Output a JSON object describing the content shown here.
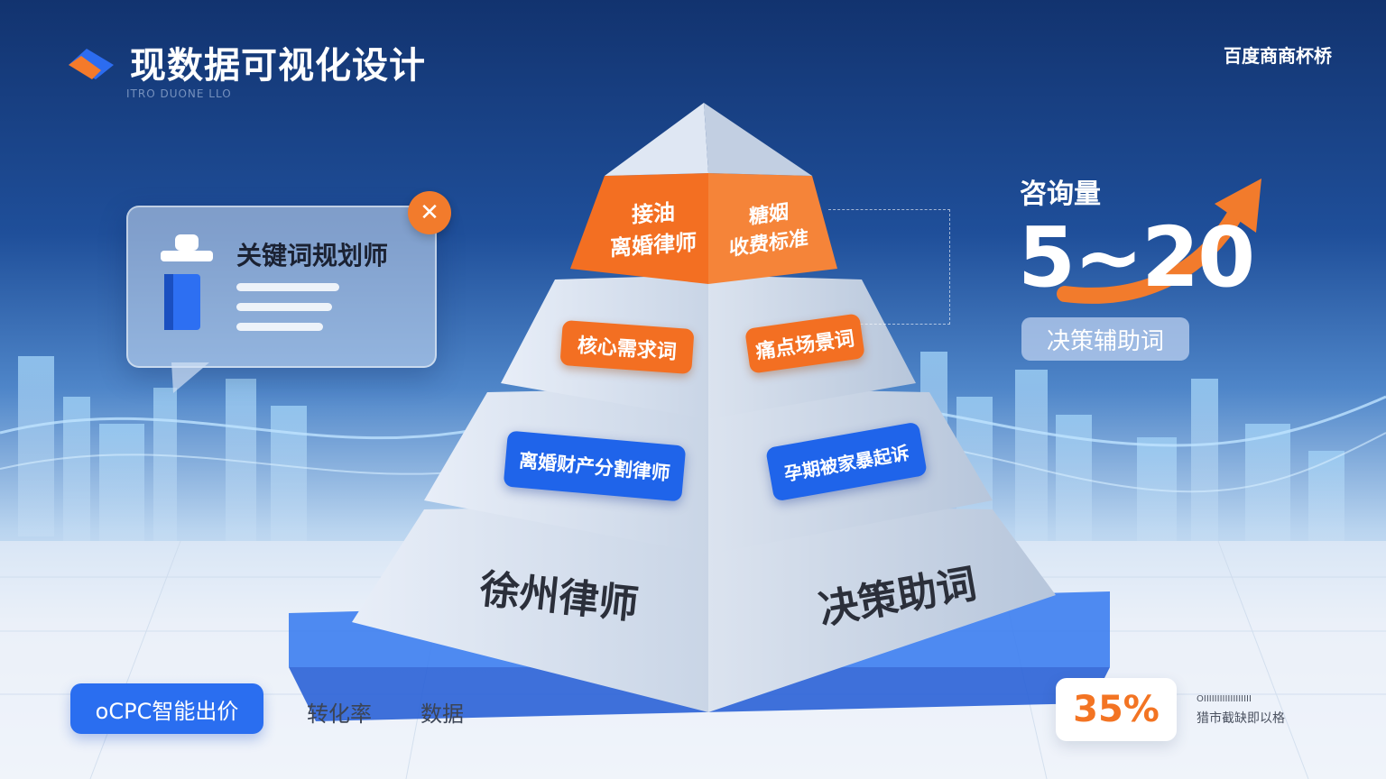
{
  "header": {
    "title": "现数据可视化设计",
    "subtitle": "ITRO DUONE LLO",
    "brand": "百度商商杯桥"
  },
  "chat_card": {
    "title": "关键词规划师",
    "badge_icon": "close-icon"
  },
  "metric": {
    "label": "咨询量",
    "value": "5~20",
    "chip": "决策辅助词"
  },
  "pyramid": {
    "top_left_tag": [
      "接油",
      "离婚律师"
    ],
    "top_right_tag": [
      "糖姻",
      "收费标准"
    ],
    "middle_left_tag": "核心需求词",
    "middle_right_tag": "痛点场景词",
    "lower_left_tag": "离婚财产分割律师",
    "lower_right_tag": "孕期被家暴起诉",
    "base_left": "徐州律师",
    "base_right": "决策助词"
  },
  "footer": {
    "ocpc_button": "oCPC智能出价",
    "link1": "转化率",
    "link2": "数据",
    "percent": "35%",
    "percent_note1": "OIIIIIIIIIIIIIIIIII",
    "percent_note2": "猎市截缺即以格"
  },
  "colors": {
    "orange": "#f36f22",
    "blue": "#1f64ea",
    "navy": "#12336f"
  }
}
